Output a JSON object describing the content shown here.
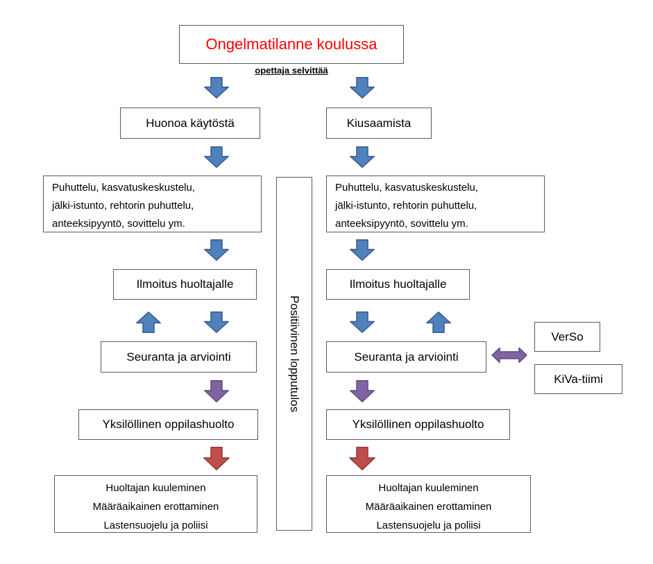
{
  "title": "Ongelmatilanne koulussa",
  "subtitle": "opettaja selvittää",
  "divider_label": "Positiivinen lopputulos",
  "left_flow": {
    "branch_label": "Huonoa käytöstä",
    "measures_lines": [
      "Puhuttelu, kasvatuskeskustelu,",
      "jälki-istunto, rehtorin puhuttelu,",
      "anteeksipyyntö, sovittelu ym."
    ],
    "notify_label": "Ilmoitus huoltajalle",
    "followup_label": "Seuranta ja arviointi",
    "welfare_label": "Yksilöllinen oppilashuolto",
    "final_lines": [
      "Huoltajan kuuleminen",
      "Määräaikainen erottaminen",
      "Lastensuojelu ja poliisi"
    ]
  },
  "right_flow": {
    "branch_label": "Kiusaamista",
    "measures_lines": [
      "Puhuttelu, kasvatuskeskustelu,",
      "jälki-istunto, rehtorin puhuttelu,",
      "anteeksipyyntö, sovittelu ym."
    ],
    "notify_label": "Ilmoitus huoltajalle",
    "followup_label": "Seuranta ja arviointi",
    "welfare_label": "Yksilöllinen oppilashuolto",
    "final_lines": [
      "Huoltajan kuuleminen",
      "Määräaikainen erottaminen",
      "Lastensuojelu ja poliisi"
    ]
  },
  "side_boxes": {
    "verso_label": "VerSo",
    "kiva_label": "KiVa-tiimi"
  },
  "colors": {
    "title_text": "#ff0000",
    "blue_arrow": "#4f81bd",
    "blue_arrow_border": "#38598c",
    "purple_arrow": "#8064a2",
    "purple_arrow_border": "#5f497a",
    "red_arrow": "#bf4d4a",
    "red_arrow_border": "#8e3a37",
    "box_border": "#595959"
  }
}
